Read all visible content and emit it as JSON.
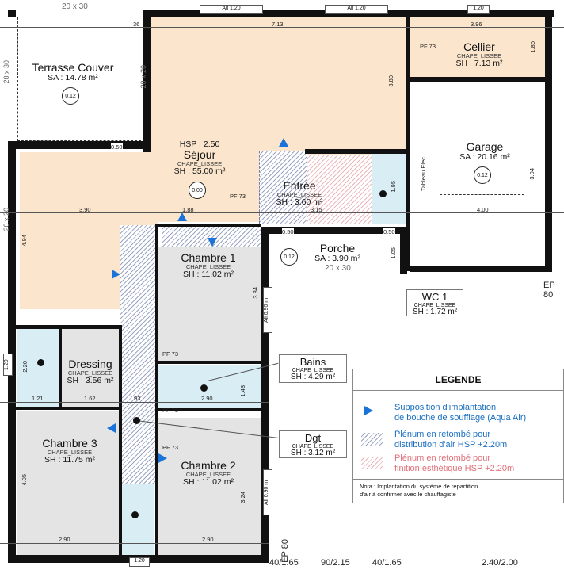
{
  "rooms": {
    "terrasse": {
      "name": "Terrasse Couver",
      "area": "SA : 14.78 m²",
      "level": "0.12",
      "beam": "20 x 30"
    },
    "sejour": {
      "hsp": "HSP : 2.50",
      "name": "Séjour",
      "finish": "CHAPE_LISSEE",
      "area": "SH : 55.00 m²",
      "level": "0.00"
    },
    "cellier": {
      "name": "Cellier",
      "finish": "CHAPE_LISSEE",
      "area": "SH : 7.13 m²"
    },
    "garage": {
      "name": "Garage",
      "area": "SA : 20.16 m²",
      "level": "0.12",
      "panel": "Tableau Elec."
    },
    "entree": {
      "name": "Entrée",
      "finish": "CHAPE_LISSEE",
      "area": "SH : 3.60 m²"
    },
    "porche": {
      "name": "Porche",
      "area": "SA : 3.90 m²",
      "level": "0.12",
      "beam": "20 x 30"
    },
    "wc1": {
      "name": "WC 1",
      "finish": "CHAPE_LISSEE",
      "area": "SH : 1.72 m²"
    },
    "chambre1": {
      "name": "Chambre 1",
      "finish": "CHAPE_LISSEE",
      "area": "SH : 11.02 m²"
    },
    "bains": {
      "name": "Bains",
      "finish": "CHAPE_LISSEE",
      "area": "SH : 4.29 m²"
    },
    "dressing": {
      "name": "Dressing",
      "finish": "CHAPE_LISSEE",
      "area": "SH : 3.56 m²"
    },
    "dgt": {
      "name": "Dgt",
      "finish": "CHAPE_LISSEE",
      "area": "SH : 3.12 m²"
    },
    "chambre3": {
      "name": "Chambre 3",
      "finish": "CHAPE_LISSEE",
      "area": "SH : 11.75 m²"
    },
    "chambre2": {
      "name": "Chambre 2",
      "finish": "CHAPE_LISSEE",
      "area": "SH : 11.02 m²"
    }
  },
  "windows": {
    "w1": "All 1.20",
    "w2": "All 1.20",
    "w3": "1.20",
    "w4": "1.20",
    "w5": "1.20",
    "w6": "All 0.90 m",
    "w7": "All 0.90 m"
  },
  "dims": {
    "d713": "7.13",
    "d396": "3.96",
    "d180": "1.80",
    "d380": "3.80",
    "d390": "3.90",
    "d188": "1.88",
    "d315": "3.15",
    "d195": "1.95",
    "d400": "4.00",
    "d304": "3.04",
    "d494": "4.94",
    "d384": "3.84",
    "d220": "2.20",
    "d121": "1.21",
    "d162": "1.62",
    "d93": "93",
    "d290a": "2.90",
    "d148": "1.48",
    "d405": "4.05",
    "d324": "3.24",
    "d290b": "2.90",
    "d290c": "2.90",
    "d105": "1.05",
    "d36": "36",
    "d050a": "0.50",
    "d050b": "0.50",
    "d050c": "0.50",
    "beamL": "20 x 20",
    "beamL2": "20 x 30",
    "beamM": "20 x 20"
  },
  "doors": {
    "pf73": "PF 73"
  },
  "ep": {
    "right": "EP 80",
    "bottom": "EP 80"
  },
  "bottom_labels": [
    "40/1.65",
    "90/2.15",
    "40/1.65",
    "2.40/2.00"
  ],
  "legend": {
    "title": "LEGENDE",
    "items": [
      {
        "icon": "blue-triangle",
        "text1": "Supposition d'implantation",
        "text2": "de bouche de soufflage (Aqua Air)",
        "color": "#1a6fc0"
      },
      {
        "icon": "blue-hatch",
        "text1": "Plénum en retombé pour",
        "text2": "distribution d'air HSP +2.20m",
        "color": "#1a6fc0"
      },
      {
        "icon": "pink-hatch",
        "text1": "Plénum en retombé pour",
        "text2": "finition esthétique HSP +2.20m",
        "color": "#e0707a"
      }
    ],
    "note1": "Nota : Implantation du système de répartition",
    "note2": "d'air à confirmer avec le chauffagiste"
  }
}
